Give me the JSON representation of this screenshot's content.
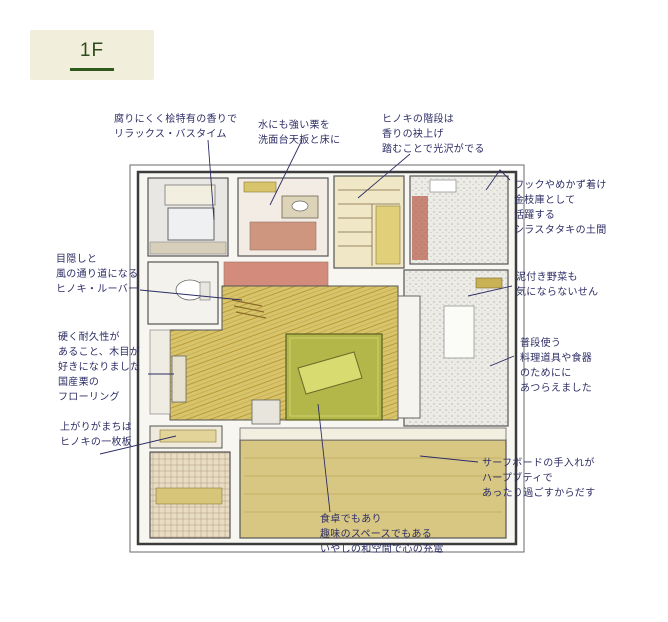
{
  "floor_label": "1F",
  "annotations": [
    {
      "id": "bath",
      "text": "腐りにくく桧特有の香りで\nリラックス・バスタイム"
    },
    {
      "id": "washroom",
      "text": "水にも強い栗を\n洗面台天板と床に"
    },
    {
      "id": "stairs",
      "text": "ヒノキの階段は\n香りの袂上げ\n踏むことで光沢がでる"
    },
    {
      "id": "closet",
      "text": "ワックやめかず着け\n金枝庫として\n活躍する\nシラスタタキの土間"
    },
    {
      "id": "louver",
      "text": "目隠しと\n風の通り道になる\nヒノキ・ルーバー"
    },
    {
      "id": "entrance",
      "text": "泥付き野菜も\n気にならないせん"
    },
    {
      "id": "flooring",
      "text": "硬く耐久性が\nあること、木目が\n好きになりました\n国産栗の\nフローリング"
    },
    {
      "id": "kitchen",
      "text": "普段使う\n料理道具や食器\nのためにに\nあつらえました"
    },
    {
      "id": "board",
      "text": "上がりがまちは\nヒノキの一枚板"
    },
    {
      "id": "sideboard",
      "text": "サーフボードの手入れが\nハープブティで\nあったり過ごすからだす"
    },
    {
      "id": "dining",
      "text": "食卓でもあり\n趣味のスペースでもある\nいやしの和空間で心の充電"
    }
  ],
  "colors": {
    "badge_bg": "#f2eedc",
    "badge_text": "#2e4a1f",
    "note_ink": "#2d2d66",
    "floor_wood": "#c9b255",
    "tatami": "#a9b040",
    "cedar": "#b85a45",
    "wall": "#4a4a4a"
  }
}
